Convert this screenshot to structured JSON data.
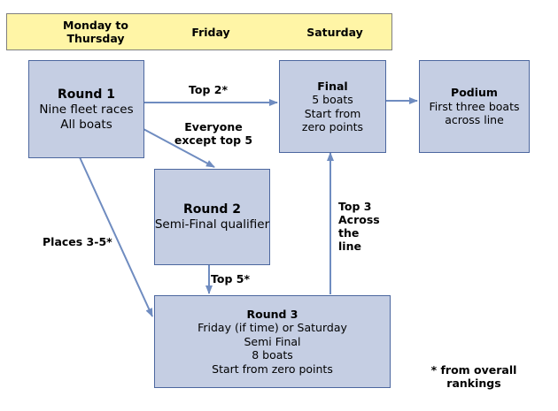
{
  "header": {
    "cells": [
      {
        "label": "Monday to\nThursday"
      },
      {
        "label": "Friday"
      },
      {
        "label": "Saturday"
      }
    ]
  },
  "boxes": {
    "round1": {
      "title": "Round 1",
      "lines": [
        "Nine fleet races",
        "All boats"
      ]
    },
    "final": {
      "title": "Final",
      "lines": [
        "5 boats",
        "Start from",
        "zero points"
      ]
    },
    "podium": {
      "title": "Podium",
      "lines": [
        "First three boats",
        "across line"
      ]
    },
    "round2": {
      "title": "Round 2",
      "lines": [
        "Semi-Final qualifier"
      ]
    },
    "round3": {
      "title": "Round 3",
      "lines": [
        "Friday (if time) or Saturday",
        "Semi Final",
        "8 boats",
        "Start from zero points"
      ]
    }
  },
  "labels": {
    "top2": "Top 2*",
    "everyone": "Everyone\nexcept top 5",
    "places": "Places 3-5*",
    "top5": "Top 5*",
    "top3": "Top 3\nAcross\nthe\nline",
    "footnote": "* from overall\nrankings"
  },
  "colors": {
    "box_fill": "#c5cee3",
    "box_border": "#4c679f",
    "arrow": "#6f8cc0",
    "header_fill": "#fff5a6"
  }
}
